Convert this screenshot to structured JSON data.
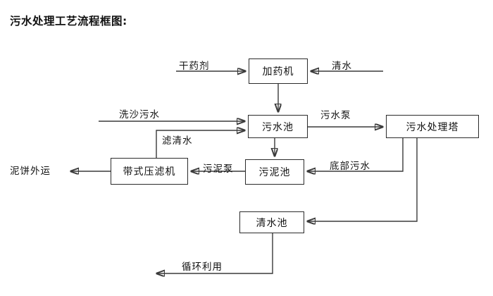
{
  "title": "污水处理工艺流程框图:",
  "nodes": {
    "dosing_machine": "加药机",
    "sewage_pool": "污水池",
    "treatment_tower": "污水处理塔",
    "belt_filter_press": "带式压滤机",
    "sludge_pool": "污泥池",
    "clean_water_pool": "清水池"
  },
  "terminals": {
    "dry_chemical": "干药剂",
    "clean_water_in": "清水",
    "sand_wash_sewage": "洗沙污水",
    "mud_cake_out": "泥饼外运"
  },
  "edge_labels": {
    "filtered_clear_water": "滤清水",
    "sewage_pump": "污水泵",
    "sludge_pump": "污泥泵",
    "bottom_sewage": "底部污水",
    "recycle_reuse": "循环利用"
  },
  "colors": {
    "stroke": "#3a3a3a",
    "box_border": "#2b2b2b",
    "text": "#111111",
    "background": "#ffffff"
  },
  "diagram_type": "flowchart"
}
